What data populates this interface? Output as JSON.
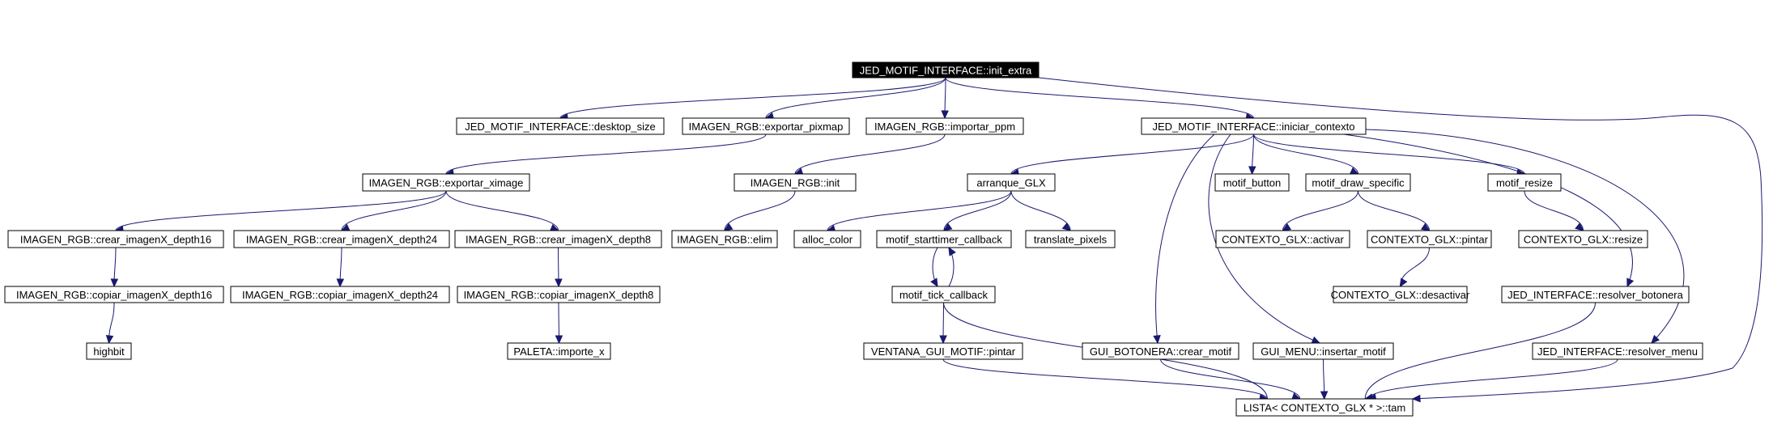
{
  "colors": {
    "edge": "#191970",
    "node_border": "#000000",
    "root_fill": "#000000",
    "root_text": "#ffffff"
  },
  "nodes": [
    {
      "id": "init_extra",
      "label": "JED_MOTIF_INTERFACE::init_extra",
      "root": true
    },
    {
      "id": "desktop_size",
      "label": "JED_MOTIF_INTERFACE::desktop_size"
    },
    {
      "id": "exportar_pixmap",
      "label": "IMAGEN_RGB::exportar_pixmap"
    },
    {
      "id": "importar_ppm",
      "label": "IMAGEN_RGB::importar_ppm"
    },
    {
      "id": "iniciar_contexto",
      "label": "JED_MOTIF_INTERFACE::iniciar_contexto"
    },
    {
      "id": "exportar_ximage",
      "label": "IMAGEN_RGB::exportar_ximage"
    },
    {
      "id": "img_init",
      "label": "IMAGEN_RGB::init"
    },
    {
      "id": "arranque_glx",
      "label": "arranque_GLX"
    },
    {
      "id": "motif_button",
      "label": "motif_button"
    },
    {
      "id": "motif_draw_specific",
      "label": "motif_draw_specific"
    },
    {
      "id": "motif_resize",
      "label": "motif_resize"
    },
    {
      "id": "crear_depth16",
      "label": "IMAGEN_RGB::crear_imagenX_depth16"
    },
    {
      "id": "crear_depth24",
      "label": "IMAGEN_RGB::crear_imagenX_depth24"
    },
    {
      "id": "crear_depth8",
      "label": "IMAGEN_RGB::crear_imagenX_depth8"
    },
    {
      "id": "img_elim",
      "label": "IMAGEN_RGB::elim"
    },
    {
      "id": "alloc_color",
      "label": "alloc_color"
    },
    {
      "id": "motif_starttimer",
      "label": "motif_starttimer_callback"
    },
    {
      "id": "translate_pixels",
      "label": "translate_pixels"
    },
    {
      "id": "ctx_activar",
      "label": "CONTEXTO_GLX::activar"
    },
    {
      "id": "ctx_pintar",
      "label": "CONTEXTO_GLX::pintar"
    },
    {
      "id": "ctx_resize",
      "label": "CONTEXTO_GLX::resize"
    },
    {
      "id": "copiar_depth16",
      "label": "IMAGEN_RGB::copiar_imagenX_depth16"
    },
    {
      "id": "copiar_depth24",
      "label": "IMAGEN_RGB::copiar_imagenX_depth24"
    },
    {
      "id": "copiar_depth8",
      "label": "IMAGEN_RGB::copiar_imagenX_depth8"
    },
    {
      "id": "motif_tick",
      "label": "motif_tick_callback"
    },
    {
      "id": "ctx_desactivar",
      "label": "CONTEXTO_GLX::desactivar"
    },
    {
      "id": "resolver_botonera",
      "label": "JED_INTERFACE::resolver_botonera"
    },
    {
      "id": "highbit",
      "label": "highbit"
    },
    {
      "id": "importe_x",
      "label": "PALETA::importe_x"
    },
    {
      "id": "ventana_pintar",
      "label": "VENTANA_GUI_MOTIF::pintar"
    },
    {
      "id": "botonera_crear",
      "label": "GUI_BOTONERA::crear_motif"
    },
    {
      "id": "menu_insertar",
      "label": "GUI_MENU::insertar_motif"
    },
    {
      "id": "resolver_menu",
      "label": "JED_INTERFACE::resolver_menu"
    },
    {
      "id": "lista_tam",
      "label": "LISTA< CONTEXTO_GLX * >::tam"
    }
  ],
  "edges": [
    [
      "init_extra",
      "desktop_size"
    ],
    [
      "init_extra",
      "exportar_pixmap"
    ],
    [
      "init_extra",
      "importar_ppm"
    ],
    [
      "init_extra",
      "iniciar_contexto"
    ],
    [
      "init_extra",
      "lista_tam"
    ],
    [
      "exportar_pixmap",
      "exportar_ximage"
    ],
    [
      "importar_ppm",
      "img_init"
    ],
    [
      "iniciar_contexto",
      "arranque_glx"
    ],
    [
      "iniciar_contexto",
      "motif_button"
    ],
    [
      "iniciar_contexto",
      "motif_draw_specific"
    ],
    [
      "iniciar_contexto",
      "motif_resize"
    ],
    [
      "iniciar_contexto",
      "resolver_botonera"
    ],
    [
      "iniciar_contexto",
      "botonera_crear"
    ],
    [
      "iniciar_contexto",
      "menu_insertar"
    ],
    [
      "iniciar_contexto",
      "resolver_menu"
    ],
    [
      "exportar_ximage",
      "crear_depth16"
    ],
    [
      "exportar_ximage",
      "crear_depth24"
    ],
    [
      "exportar_ximage",
      "crear_depth8"
    ],
    [
      "img_init",
      "img_elim"
    ],
    [
      "arranque_glx",
      "alloc_color"
    ],
    [
      "arranque_glx",
      "motif_starttimer"
    ],
    [
      "arranque_glx",
      "translate_pixels"
    ],
    [
      "motif_draw_specific",
      "ctx_activar"
    ],
    [
      "motif_draw_specific",
      "ctx_pintar"
    ],
    [
      "motif_resize",
      "ctx_resize"
    ],
    [
      "crear_depth16",
      "copiar_depth16"
    ],
    [
      "crear_depth24",
      "copiar_depth24"
    ],
    [
      "crear_depth8",
      "copiar_depth8"
    ],
    [
      "motif_starttimer",
      "motif_tick"
    ],
    [
      "motif_tick",
      "motif_starttimer"
    ],
    [
      "ctx_pintar",
      "ctx_desactivar"
    ],
    [
      "copiar_depth16",
      "highbit"
    ],
    [
      "copiar_depth8",
      "importe_x"
    ],
    [
      "motif_tick",
      "ventana_pintar"
    ],
    [
      "motif_tick",
      "lista_tam"
    ],
    [
      "ventana_pintar",
      "lista_tam"
    ],
    [
      "botonera_crear",
      "lista_tam"
    ],
    [
      "menu_insertar",
      "lista_tam"
    ],
    [
      "resolver_botonera",
      "lista_tam"
    ],
    [
      "resolver_menu",
      "lista_tam"
    ]
  ]
}
